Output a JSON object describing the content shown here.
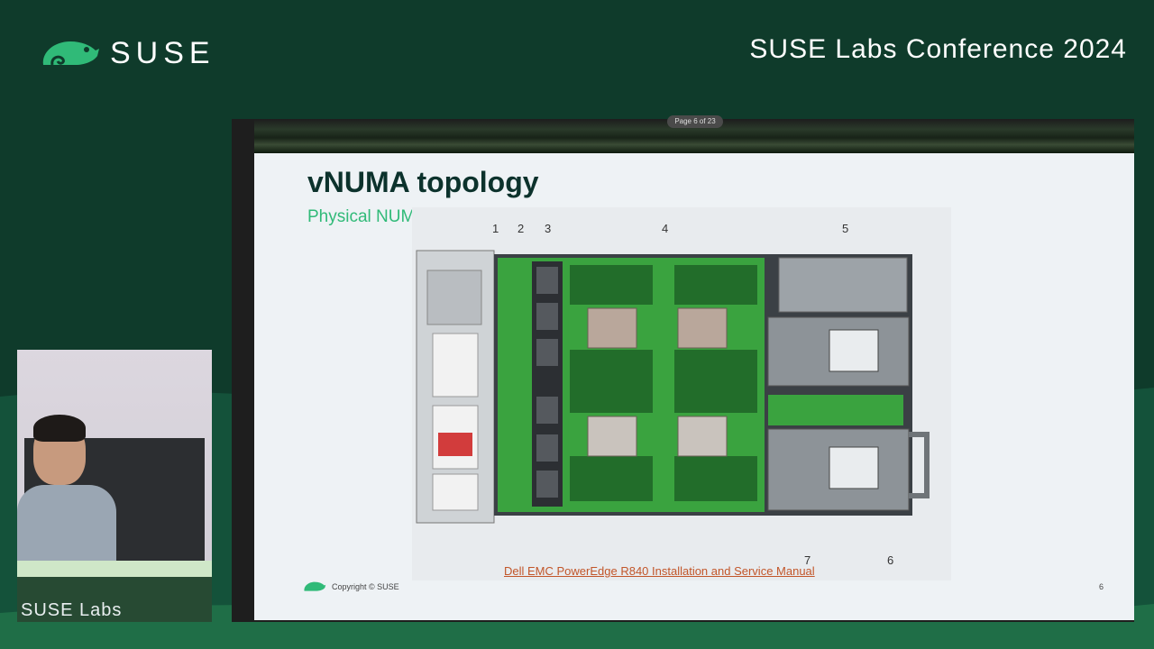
{
  "header": {
    "brand": "SUSE",
    "conference_title": "SUSE Labs Conference 2024"
  },
  "viewer": {
    "page_indicator": "Page 6 of 23"
  },
  "slide": {
    "title": "vNUMA topology",
    "subtitle": "Physical NUMA on bare-metal",
    "callouts": [
      "1",
      "2",
      "3",
      "4",
      "5",
      "6",
      "7"
    ],
    "manual_link": "Dell EMC PowerEdge R840 Installation and Service Manual",
    "copyright": "Copyright © SUSE",
    "page_number": "6"
  },
  "camera": {
    "label": "SUSE Labs"
  },
  "colors": {
    "background": "#0f3b2b",
    "suse_green": "#30ba78",
    "link": "#c2562a"
  }
}
